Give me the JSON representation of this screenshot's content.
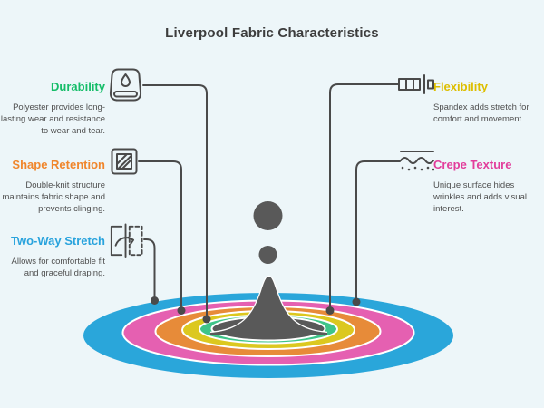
{
  "title": "Liverpool Fabric Characteristics",
  "colors": {
    "background": "#edf6f9",
    "title_text": "#3d3d3d",
    "body_text": "#4f4f4f",
    "connector": "#4a4a4a",
    "ring_separator": "#ffffff",
    "ripple_blue": "#2aa6da",
    "ripple_pink": "#e560b1",
    "ripple_orange": "#e78b39",
    "ripple_yellow": "#dcc81f",
    "ripple_green": "#3fc489",
    "splash_gray": "#595959"
  },
  "items": [
    {
      "title": "Durability",
      "color": "#16bd69",
      "side": "left",
      "description": "Polyester provides long-lasting wear and resistance to wear and tear.",
      "icon": "fabric-water-drop-icon"
    },
    {
      "title": "Shape Retention",
      "color": "#f0862c",
      "side": "left",
      "description": "Double-knit structure maintains fabric shape and prevents clinging.",
      "icon": "fabric-swatch-icon"
    },
    {
      "title": "Two-Way Stretch",
      "color": "#29a3dd",
      "side": "left",
      "description": "Allows for comfortable fit and graceful draping.",
      "icon": "flip-stretch-icon"
    },
    {
      "title": "Flexibility",
      "color": "#ddbe00",
      "side": "right",
      "description": "Spandex adds stretch for comfort and movement.",
      "icon": "stretch-band-icon"
    },
    {
      "title": "Crepe Texture",
      "color": "#e23d9b",
      "side": "right",
      "description": "Unique surface hides wrinkles and adds visual interest.",
      "icon": "texture-wave-icon"
    }
  ]
}
